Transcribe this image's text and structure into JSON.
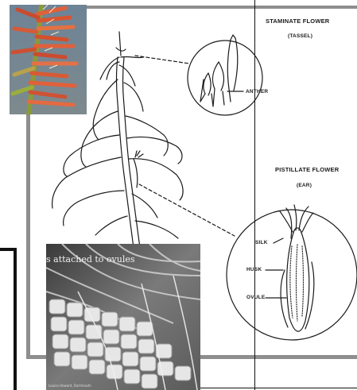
{
  "diagram": {
    "staminate_title": "STAMINATE FLOWER",
    "staminate_sub": "(TASSEL)",
    "anther_label": "ANTHER",
    "pistillate_title": "PISTILLATE FLOWER",
    "pistillate_sub": "(EAR)",
    "silk_label": "SILK",
    "husk_label": "HUSK",
    "ovule_label": "OVULE"
  },
  "micrograph": {
    "caption": "s attached to ovules",
    "credit": "Louisa Howard, Dartmouth"
  },
  "colors": {
    "frame": "#8e8e8e",
    "line": "#1a1a1a",
    "tassel_orange": "#e0603a",
    "tassel_green": "#9cae3a",
    "photo_bg": "#6a7f94"
  }
}
